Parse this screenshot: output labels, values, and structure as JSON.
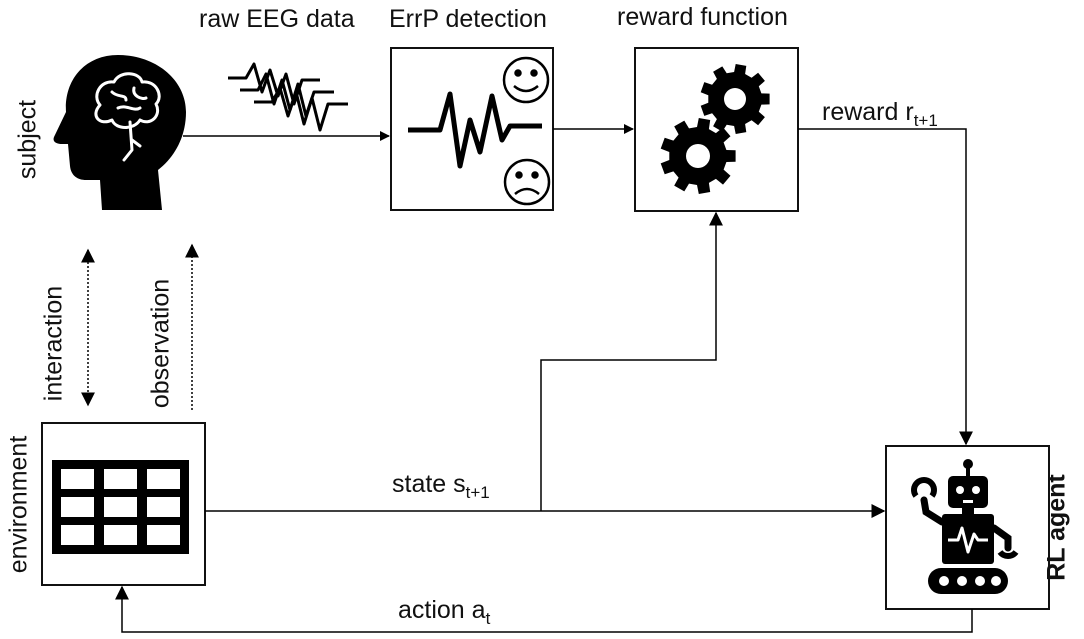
{
  "labels": {
    "raw_eeg": "raw EEG data",
    "errp": "ErrP detection",
    "reward_fn": "reward function",
    "subject": "subject",
    "interaction": "interaction",
    "observation": "observation",
    "environment": "environment",
    "rl_agent": "RL agent",
    "reward": {
      "main": "reward r",
      "sub": "t+1"
    },
    "state": {
      "main": "state s",
      "sub": "t+1"
    },
    "action": {
      "main": "action a",
      "sub": "t"
    }
  },
  "icons": {
    "subject": "head-brain-icon",
    "eeg": "eeg-signal-icon",
    "errp": "errp-waveform-icon",
    "happy": "happy-face-icon",
    "sad": "sad-face-icon",
    "gears": "gears-icon",
    "grid": "grid-environment-icon",
    "robot": "robot-icon"
  },
  "colors": {
    "stroke": "#111111",
    "fill": "#000000",
    "background": "#ffffff"
  }
}
